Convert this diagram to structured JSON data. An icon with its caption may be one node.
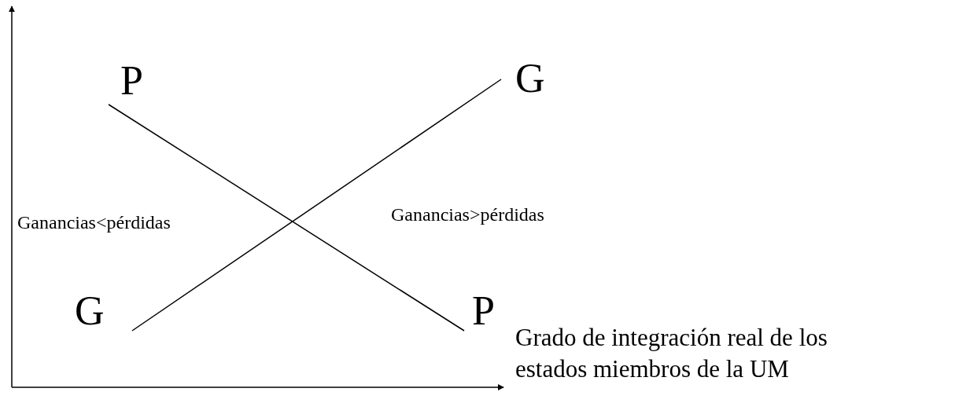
{
  "diagram": {
    "nodes": [
      {
        "text": [
          "P"
        ]
      },
      {
        "text": [
          "G"
        ]
      },
      {
        "text": [
          "G"
        ]
      },
      {
        "text": [
          "P"
        ]
      }
    ],
    "edges": [
      {
        "from": 0,
        "to": 3,
        "arrow": "none"
      },
      {
        "from": 2,
        "to": 1,
        "arrow": "none"
      }
    ],
    "labels": [
      "Ganancias<pérdidas",
      "Ganancias>pérdidas",
      "Grado de integración real de los estados miembros de la UM"
    ]
  }
}
